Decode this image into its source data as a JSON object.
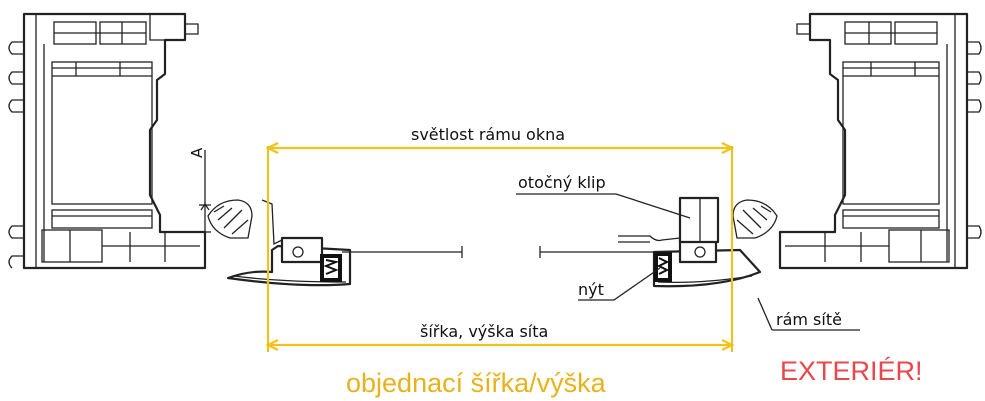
{
  "labels": {
    "clear_frame_width": "světlost rámu okna",
    "dimension_a": "A",
    "rotating_clip": "otočný klip",
    "rivet": "nýt",
    "screen_frame": "rám sítě",
    "screen_width_height": "šířka, výška síta",
    "order_width_height": "objednací šířka/výška",
    "exterior": "EXTERIÉR!"
  },
  "colors": {
    "dimension_yellow": "#f2c21b",
    "exterior_red": "#e8474c",
    "order_text_yellow": "#e8b31a",
    "line_dark": "#222222"
  }
}
